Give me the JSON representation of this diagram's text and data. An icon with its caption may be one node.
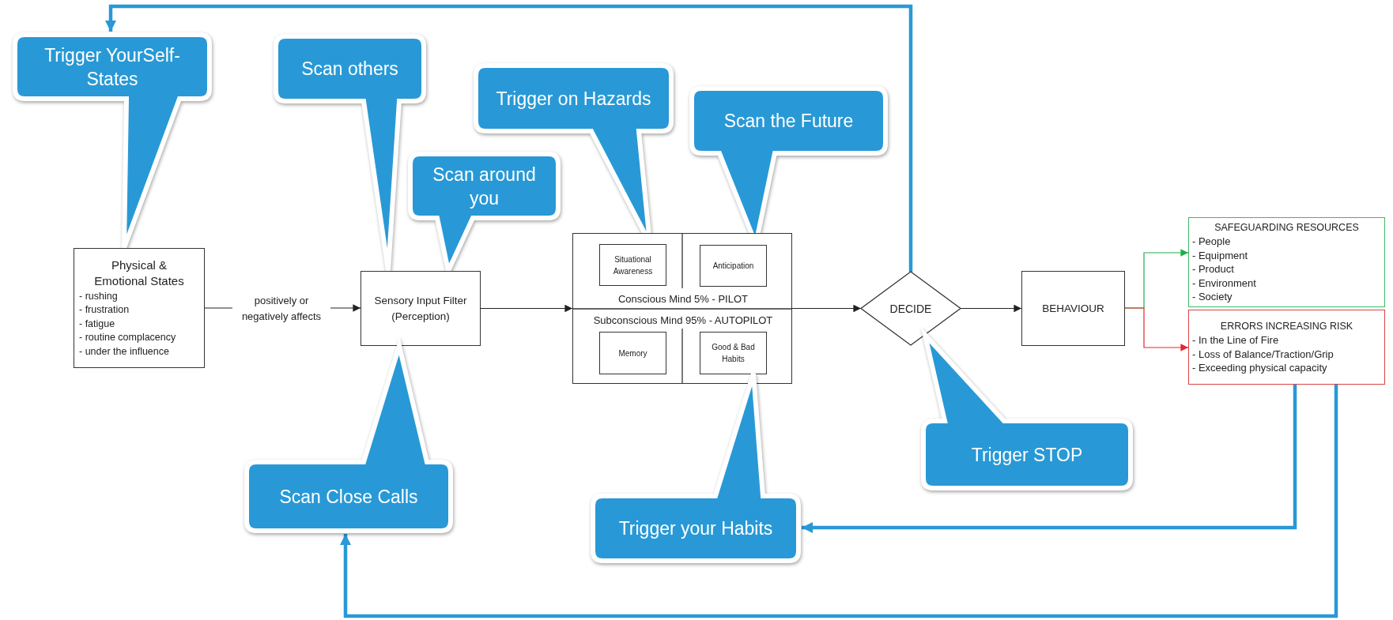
{
  "diagram": {
    "nodes": [
      {
        "text": [
          "Trigger YourSelf-States"
        ]
      },
      {
        "text": [
          "Scan others"
        ]
      },
      {
        "text": [
          "Trigger on Hazards"
        ]
      },
      {
        "text": [
          "Scan the Future"
        ]
      },
      {
        "text": [
          "Scan around you"
        ]
      },
      {
        "text": [
          "Physical & Emotional States",
          "- rushing",
          "- frustration",
          "- fatigue",
          "- routine complacency",
          "- under the influence"
        ]
      },
      {
        "text": [
          "Sensory Input Filter (Perception)"
        ]
      },
      {
        "text": [
          "Conscious Mind 5% - PILOT",
          "Subconscious Mind 95% - AUTOPILOT"
        ]
      },
      {
        "text": [
          "Situational Awareness"
        ],
        "in": 7
      },
      {
        "text": [
          "Anticipation"
        ],
        "in": 7
      },
      {
        "text": [
          "Memory"
        ],
        "in": 7
      },
      {
        "text": [
          "Good & Bad Habits"
        ],
        "in": 7
      },
      {
        "text": [
          "DECIDE"
        ]
      },
      {
        "text": [
          "BEHAVIOUR"
        ]
      },
      {
        "text": [
          "SAFEGUARDING RESOURCES",
          "- People",
          "- Equipment",
          "- Product",
          "- Environment",
          "- Society"
        ]
      },
      {
        "text": [
          "ERRORS INCREASING RISK",
          "- In the Line of Fire",
          "- Loss of Balance/Traction/Grip",
          "- Exceeding physical capacity"
        ]
      },
      {
        "text": [
          "Trigger STOP"
        ]
      },
      {
        "text": [
          "Scan Close Calls"
        ]
      },
      {
        "text": [
          "Trigger your Habits"
        ]
      }
    ],
    "edges": [
      {
        "from": 5,
        "to": 6,
        "arrow": "to",
        "label": "positively or negatively affects"
      },
      {
        "from": 6,
        "to": 7,
        "arrow": "to"
      },
      {
        "from": 7,
        "to": 12,
        "arrow": "to"
      },
      {
        "from": 12,
        "to": 13,
        "arrow": "to"
      },
      {
        "from": 13,
        "to": 14,
        "arrow": "to",
        "color": "#1fae4b"
      },
      {
        "from": 13,
        "to": 15,
        "arrow": "to",
        "color": "#e3262b"
      },
      {
        "from": 12,
        "to": 0,
        "arrow": "to",
        "style": "thick",
        "color": "#2899d6"
      },
      {
        "from": 15,
        "to": 18,
        "arrow": "to",
        "style": "thick",
        "color": "#2899d6"
      },
      {
        "from": 15,
        "to": 17,
        "arrow": "to",
        "style": "thick",
        "color": "#2899d6"
      }
    ]
  }
}
